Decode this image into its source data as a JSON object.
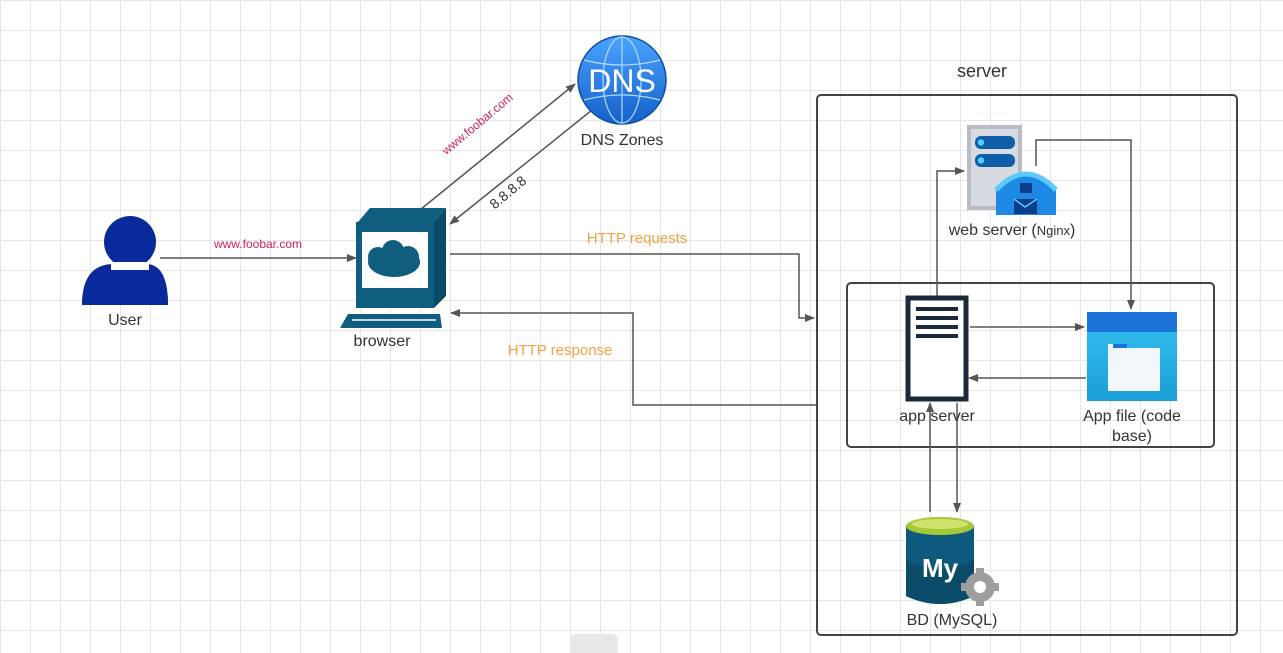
{
  "nodes": {
    "user": "User",
    "browser": "browser",
    "dns_icon_text": "DNS",
    "dns": "DNS Zones",
    "server_group": "server",
    "web_server": "web server (",
    "web_server_sub": "Nginx",
    "web_server_close": ")",
    "app_server": "app server",
    "app_file_line1": "App file (code",
    "app_file_line2": "base)",
    "database": "BD (MySQL)",
    "mysql_logo": "My"
  },
  "edges": {
    "user_to_browser": "www.foobar.com",
    "browser_to_dns": "www.foobar.com",
    "dns_to_browser": "8.8.8.8",
    "http_requests": "HTTP requests",
    "http_response": "HTTP response"
  },
  "colors": {
    "user_icon": "#0a2a9c",
    "browser_icon": "#0f5e7f",
    "dns_icon": "#1f6fd6",
    "edge_label_red": "#d0205a",
    "edge_label_orange": "#f5a142",
    "line": "#555555",
    "app_file_icon": "#1a9ed8",
    "mysql": "#0e5a7e",
    "mysql_top": "#a6c93a"
  }
}
